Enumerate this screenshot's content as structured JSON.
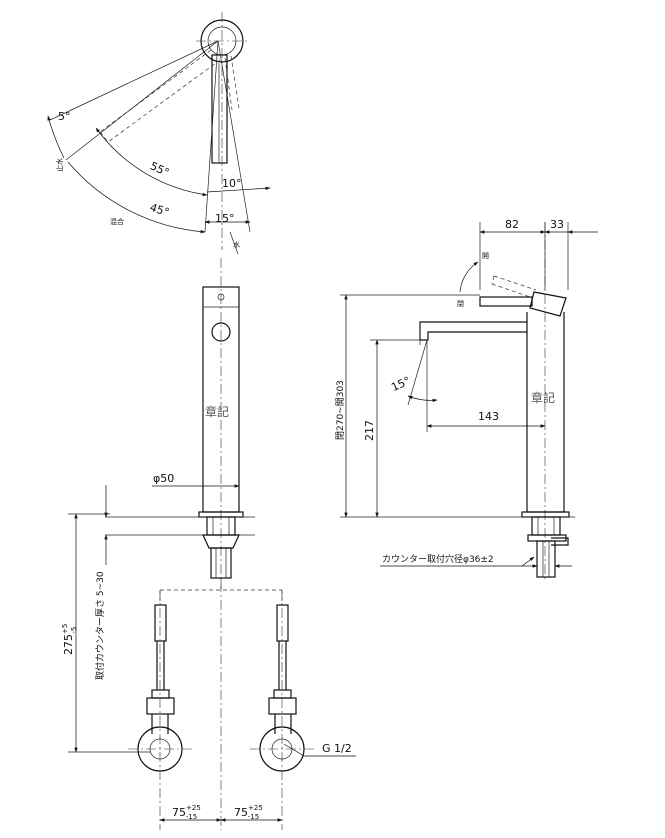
{
  "top_view": {
    "label_stop": "止水",
    "label_mix": "混合",
    "label_water": "水",
    "angle_5": "5°",
    "angle_55": "55°",
    "angle_10": "10°",
    "angle_45": "45°",
    "angle_15": "15°"
  },
  "front_view": {
    "watermark": "章記",
    "diameter": "φ50",
    "thickness_label": "取付カウンター厚さ 5~30",
    "length_main": "275",
    "length_tol_plus": "+5",
    "length_tol_minus": "-5",
    "thread": "G 1/2",
    "offset_left_main": "75",
    "offset_left_plus": "+25",
    "offset_left_minus": "-15",
    "offset_right_main": "75",
    "offset_right_plus": "+25",
    "offset_right_minus": "-15"
  },
  "side_view": {
    "dim_82": "82",
    "dim_33": "33",
    "open_label": "開",
    "close_label": "閉",
    "angle_15": "15°",
    "height_range": "閉270~開303",
    "height_217": "217",
    "reach_143": "143",
    "watermark": "章記",
    "hole_label": "カウンター取付穴径φ36±2"
  }
}
